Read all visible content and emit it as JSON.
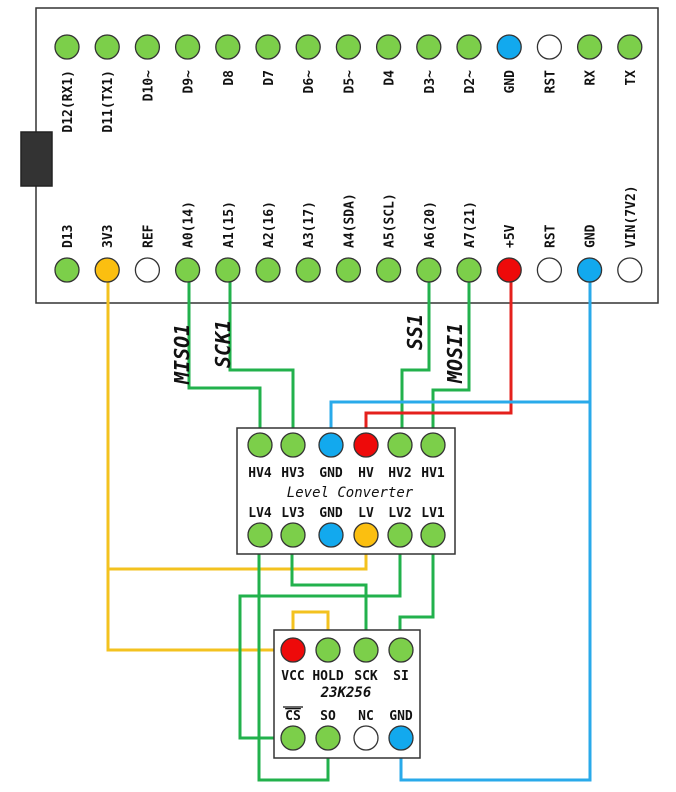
{
  "colors": {
    "green": "#7ccf4a",
    "blue": "#12a9ee",
    "white": "#ffffff",
    "red": "#ee0a0a",
    "yellow": "#fbbf10",
    "wire_green": "#22b14c",
    "wire_blue": "#29aaea",
    "wire_red": "#e4201c",
    "wire_yellow": "#f3c21f",
    "outline": "#333333"
  },
  "board": {
    "top_pins": [
      {
        "label": "D12(RX1)",
        "color": "green"
      },
      {
        "label": "D11(TX1)",
        "color": "green"
      },
      {
        "label": "D10~",
        "color": "green"
      },
      {
        "label": "D9~",
        "color": "green"
      },
      {
        "label": "D8",
        "color": "green"
      },
      {
        "label": "D7",
        "color": "green"
      },
      {
        "label": "D6~",
        "color": "green"
      },
      {
        "label": "D5~",
        "color": "green"
      },
      {
        "label": "D4",
        "color": "green"
      },
      {
        "label": "D3~",
        "color": "green"
      },
      {
        "label": "D2~",
        "color": "green"
      },
      {
        "label": "GND",
        "color": "blue"
      },
      {
        "label": "RST",
        "color": "white"
      },
      {
        "label": "RX",
        "color": "green"
      },
      {
        "label": "TX",
        "color": "green"
      }
    ],
    "bottom_pins": [
      {
        "label": "D13",
        "color": "green"
      },
      {
        "label": "3V3",
        "color": "yellow"
      },
      {
        "label": "REF",
        "color": "white"
      },
      {
        "label": "A0(14)",
        "color": "green"
      },
      {
        "label": "A1(15)",
        "color": "green"
      },
      {
        "label": "A2(16)",
        "color": "green"
      },
      {
        "label": "A3(17)",
        "color": "green"
      },
      {
        "label": "A4(SDA)",
        "color": "green"
      },
      {
        "label": "A5(SCL)",
        "color": "green"
      },
      {
        "label": "A6(20)",
        "color": "green"
      },
      {
        "label": "A7(21)",
        "color": "green"
      },
      {
        "label": "+5V",
        "color": "red"
      },
      {
        "label": "RST",
        "color": "white"
      },
      {
        "label": "GND",
        "color": "blue"
      },
      {
        "label": "VIN(7V2)",
        "color": "white"
      }
    ]
  },
  "signals": [
    "MISO1",
    "SCK1",
    "SS1",
    "MOSI1"
  ],
  "level_converter": {
    "title": "Level Converter",
    "hv_pins": [
      {
        "label": "HV4",
        "color": "green"
      },
      {
        "label": "HV3",
        "color": "green"
      },
      {
        "label": "GND",
        "color": "blue"
      },
      {
        "label": "HV",
        "color": "red"
      },
      {
        "label": "HV2",
        "color": "green"
      },
      {
        "label": "HV1",
        "color": "green"
      }
    ],
    "lv_pins": [
      {
        "label": "LV4",
        "color": "green"
      },
      {
        "label": "LV3",
        "color": "green"
      },
      {
        "label": "GND",
        "color": "blue"
      },
      {
        "label": "LV",
        "color": "yellow"
      },
      {
        "label": "LV2",
        "color": "green"
      },
      {
        "label": "LV1",
        "color": "green"
      }
    ]
  },
  "chip": {
    "title": "23K256",
    "top_pins": [
      {
        "label": "VCC",
        "color": "red"
      },
      {
        "label": "HOLD",
        "color": "green"
      },
      {
        "label": "SCK",
        "color": "green"
      },
      {
        "label": "SI",
        "color": "green"
      }
    ],
    "bottom_pins": [
      {
        "label": "CS",
        "color": "green"
      },
      {
        "label": "SO",
        "color": "green"
      },
      {
        "label": "NC",
        "color": "white"
      },
      {
        "label": "GND",
        "color": "blue"
      }
    ]
  }
}
